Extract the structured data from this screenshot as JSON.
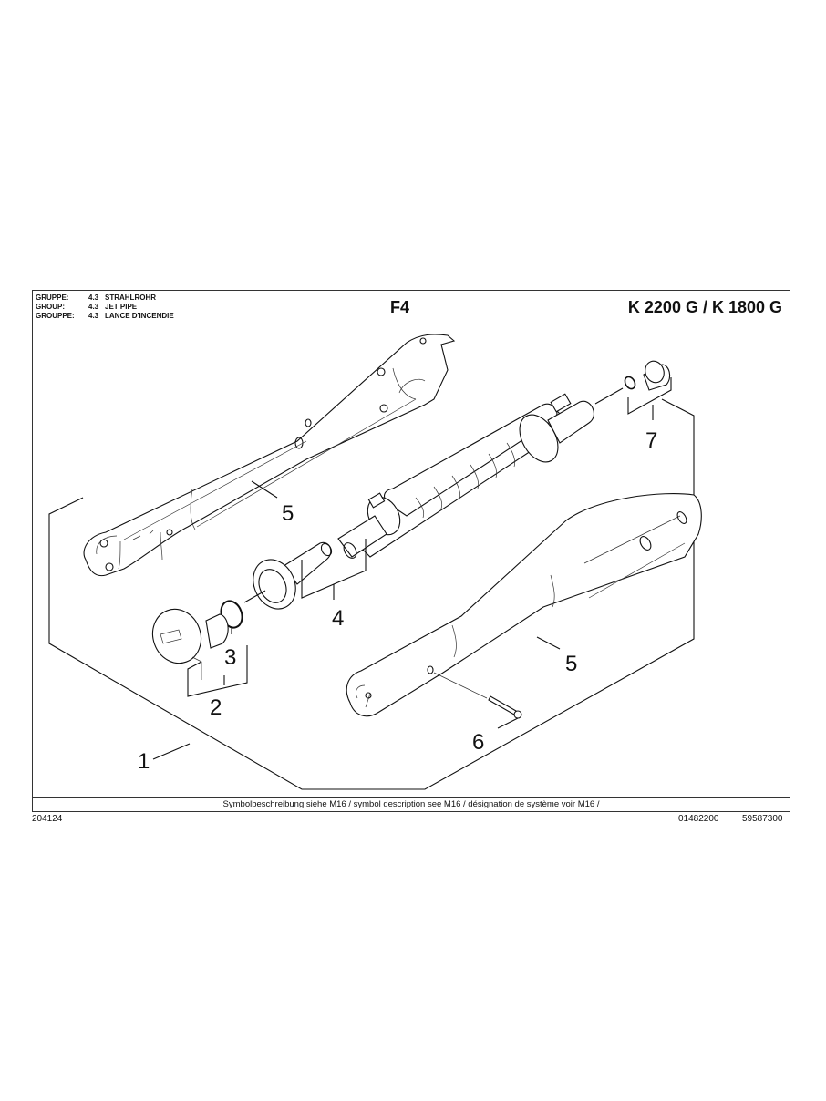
{
  "header": {
    "group_rows": [
      {
        "key": "GRUPPE:",
        "num": "4.3",
        "name": "STRAHLROHR"
      },
      {
        "key": "GROUP:",
        "num": "4.3",
        "name": "JET PIPE"
      },
      {
        "key": "GROUPPE:",
        "num": "4.3",
        "name": "LANCE D'INCENDIE"
      }
    ],
    "sheet_code": "F4",
    "model": "K 2200 G / K 1800 G"
  },
  "drawing": {
    "callouts": [
      {
        "id": "1",
        "label": "1"
      },
      {
        "id": "2",
        "label": "2"
      },
      {
        "id": "3",
        "label": "3"
      },
      {
        "id": "4",
        "label": "4"
      },
      {
        "id": "5a",
        "label": "5"
      },
      {
        "id": "5b",
        "label": "5"
      },
      {
        "id": "6",
        "label": "6"
      },
      {
        "id": "7",
        "label": "7"
      }
    ]
  },
  "footer": {
    "symbol_note": "Symbolbeschreibung siehe M16 / symbol description see M16 / désignation de système voir M16 /",
    "doc_number": "204124",
    "part_number_1": "01482200",
    "part_number_2": "59587300"
  }
}
